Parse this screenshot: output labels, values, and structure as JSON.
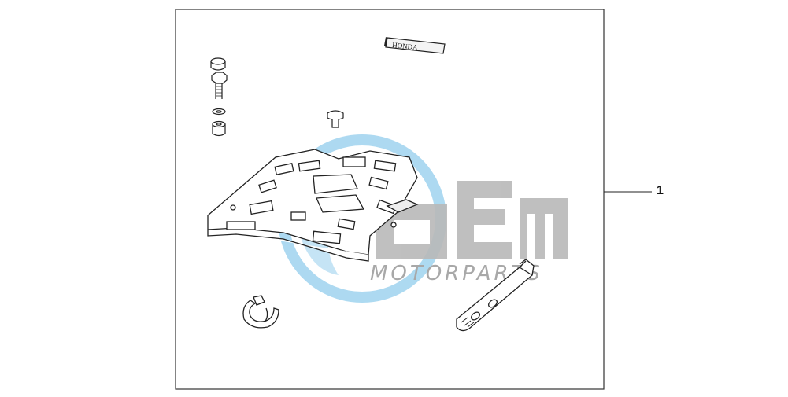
{
  "callout": {
    "number": "1"
  },
  "part_marking": "HONDA",
  "watermark": {
    "logo_letters": "OEM",
    "tagline": "MOTORPARTS",
    "colors": {
      "globe": "#9fd3ef",
      "globe_dark": "#7fc1e6",
      "letters": "#b9b9b9",
      "tagline": "#a8a8a8"
    }
  },
  "colors": {
    "line": "#222222",
    "frame": "#333333"
  }
}
